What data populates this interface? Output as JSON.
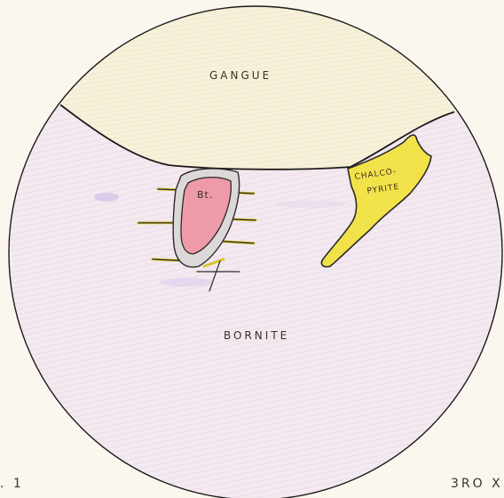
{
  "labels": {
    "gangue": "GANGUE",
    "bornite": "BORNITE",
    "chalcopyrite_line1": "CHALCO-",
    "chalcopyrite_line2": "PYRITE",
    "bt": "Bt.",
    "fig_number": ". 1",
    "magnification": "3RO X"
  },
  "colors": {
    "paper": "#fbf7ef",
    "bornite_tint": "#f2e6ee",
    "gangue_tint": "#f7f1dc",
    "chalcopyrite": "#f2e24a",
    "bt_fill": "#ef9aa8",
    "halo": "#d9d6d6",
    "ink": "#1a1a1a"
  },
  "icons": {
    "hatching": "yellow-radiating-streaks"
  }
}
